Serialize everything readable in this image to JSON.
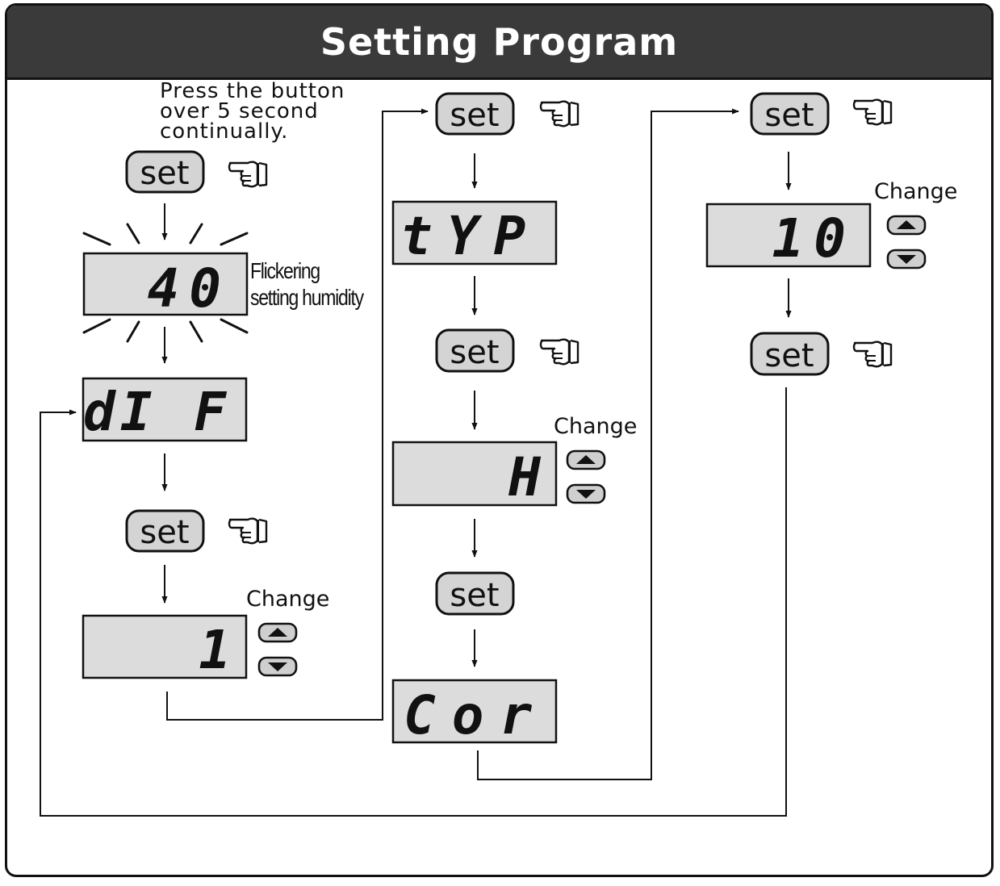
{
  "header": {
    "title": "Setting Program"
  },
  "instruction": {
    "lines": [
      "Press  the  button",
      "over  5  second",
      "continually."
    ]
  },
  "set_label": "set",
  "change_label": "Change",
  "flicker_note": {
    "lines": [
      "Flickering",
      "setting humidity"
    ]
  },
  "displays": [
    {
      "id": "humidity",
      "text": "40"
    },
    {
      "id": "dif",
      "text": "dI F"
    },
    {
      "id": "dif-value",
      "text": "1"
    },
    {
      "id": "type",
      "text": "tYP"
    },
    {
      "id": "type-value",
      "text": "H"
    },
    {
      "id": "correction",
      "text": "Cor"
    },
    {
      "id": "correction-value",
      "text": "10"
    }
  ],
  "colors": {
    "lcd": "#dcdcdc",
    "button": "#d4d4d4",
    "header": "#3a3a3a",
    "line": "#111111"
  },
  "icons": [
    "pointing-hand-icon",
    "up-arrow-button-icon",
    "down-arrow-button-icon",
    "flicker-rays-icon"
  ]
}
